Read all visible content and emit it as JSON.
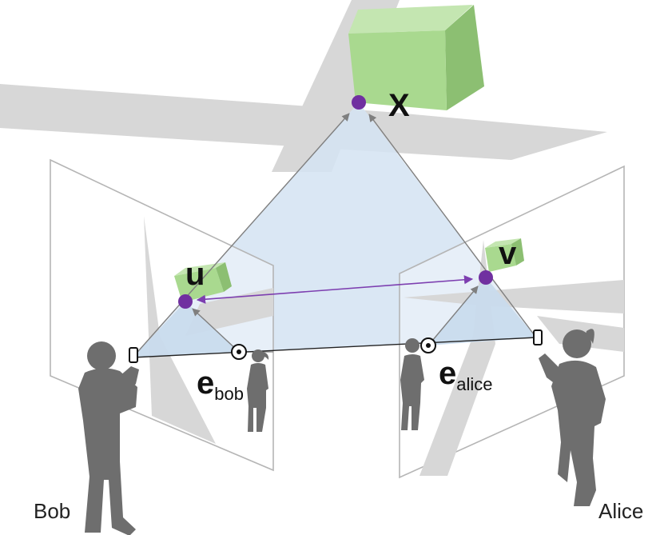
{
  "labels": {
    "world_point": "X",
    "image_point_bob": "u",
    "image_point_alice": "v",
    "epipole_bob_main": "e",
    "epipole_bob_sub": "bob",
    "epipole_alice_main": "e",
    "epipole_alice_sub": "alice",
    "person_left": "Bob",
    "person_right": "Alice"
  },
  "colors": {
    "background": "#ffffff",
    "point": "#7030a0",
    "epipolar_line": "#7d3fb0",
    "object_front": "#a9d98f",
    "object_top": "#c4e6b1",
    "object_side": "#8cbf72",
    "floor_shadow": "#d7d7d7",
    "triangle_fill": "#d5e4f2",
    "ray": "#7f7f7f",
    "baseline": "#222222",
    "frame": "#b5b5b5",
    "silhouette": "#6e6e6e"
  },
  "icons": {
    "camera_left": "phone-icon",
    "camera_right": "phone-icon",
    "epipole_marker": "circled-dot-icon"
  }
}
